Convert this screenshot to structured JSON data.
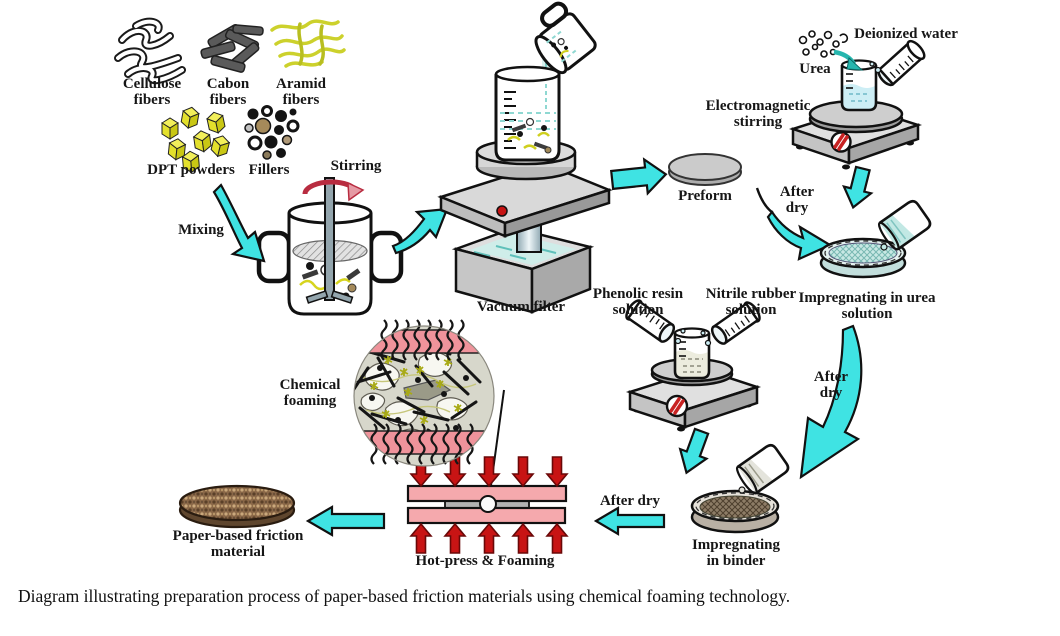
{
  "materials": {
    "cellulose": "Cellulose fibers",
    "carbon": "Cabon fibers",
    "aramid": "Aramid fibers",
    "dpt": "DPT powders",
    "fillers": "Fillers"
  },
  "steps": {
    "mixing": "Mixing",
    "stirring": "Stirring",
    "vacuum_filter": "Vacuum filter",
    "preform": "Preform",
    "electromagnetic_stirring": "Electromagnetic stirring",
    "urea": "Urea",
    "deionized_water": "Deionized water",
    "after_dry": "After dry",
    "impregnating_urea": "Impregnating in urea solution",
    "phenolic_resin": "Phenolic resin solution",
    "nitrile_rubber": "Nitrile rubber solution",
    "impregnating_binder": "Impregnating in binder",
    "hot_press": "Hot-press & Foaming",
    "chemical_foaming": "Chemical foaming",
    "paper_based": "Paper-based friction material"
  },
  "caption": "Diagram illustrating preparation process of paper-based friction materials using chemical foaming technology.",
  "colors": {
    "arrow_cyan": "#3fe3e3",
    "arrow_red": "#c81414",
    "press_pink": "#f5a9ad",
    "band_pink": "#ef939b",
    "solution_teal": "#c8e8e4",
    "powder_yellow": "#e8e63a",
    "equipment_gray": "#c9c9c9",
    "material_brown": "#8a6848"
  }
}
